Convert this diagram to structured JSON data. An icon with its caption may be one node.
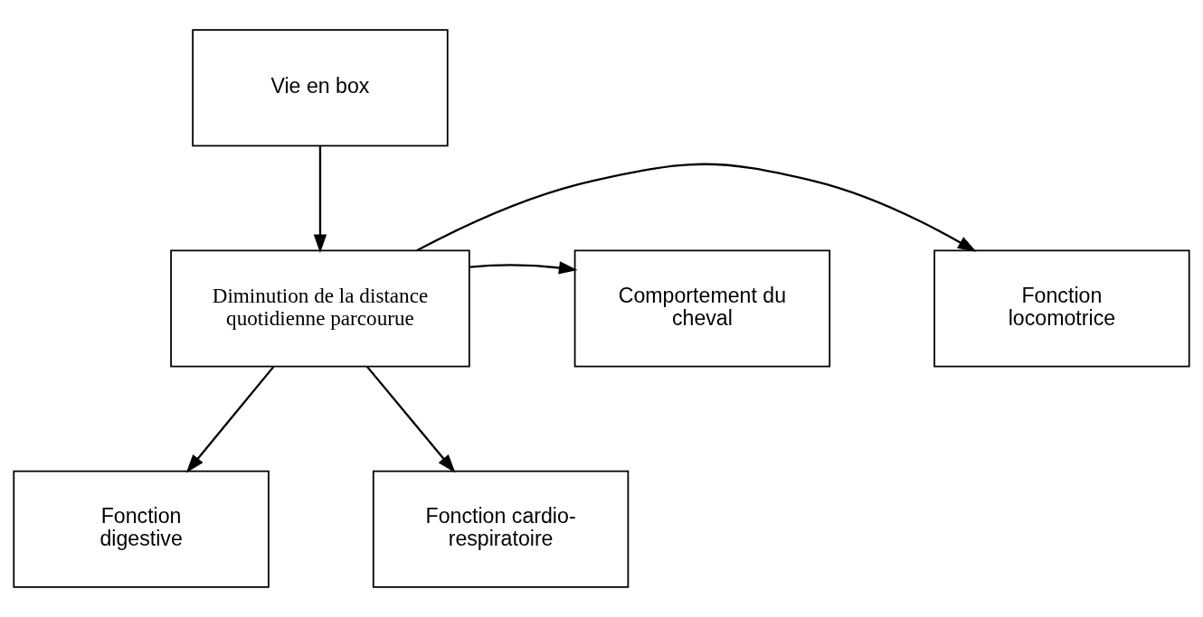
{
  "diagram": {
    "nodes": [
      {
        "text": [
          "Vie en box"
        ]
      },
      {
        "text": [
          "Diminution de la distance quotidienne parcourue"
        ]
      },
      {
        "text": [
          "Fonction locomotrice"
        ]
      },
      {
        "text": [
          "Comportement du cheval"
        ]
      },
      {
        "text": [
          "Fonction digestive"
        ]
      },
      {
        "text": [
          "Fonction cardio-respiratoire"
        ]
      }
    ],
    "edges": [
      {
        "from": 0,
        "to": 1,
        "arrow": "to"
      },
      {
        "from": 1,
        "to": 2,
        "arrow": "to"
      },
      {
        "from": 1,
        "to": 3,
        "arrow": "to"
      },
      {
        "from": 1,
        "to": 4,
        "arrow": "to"
      },
      {
        "from": 1,
        "to": 5,
        "arrow": "to"
      }
    ]
  }
}
